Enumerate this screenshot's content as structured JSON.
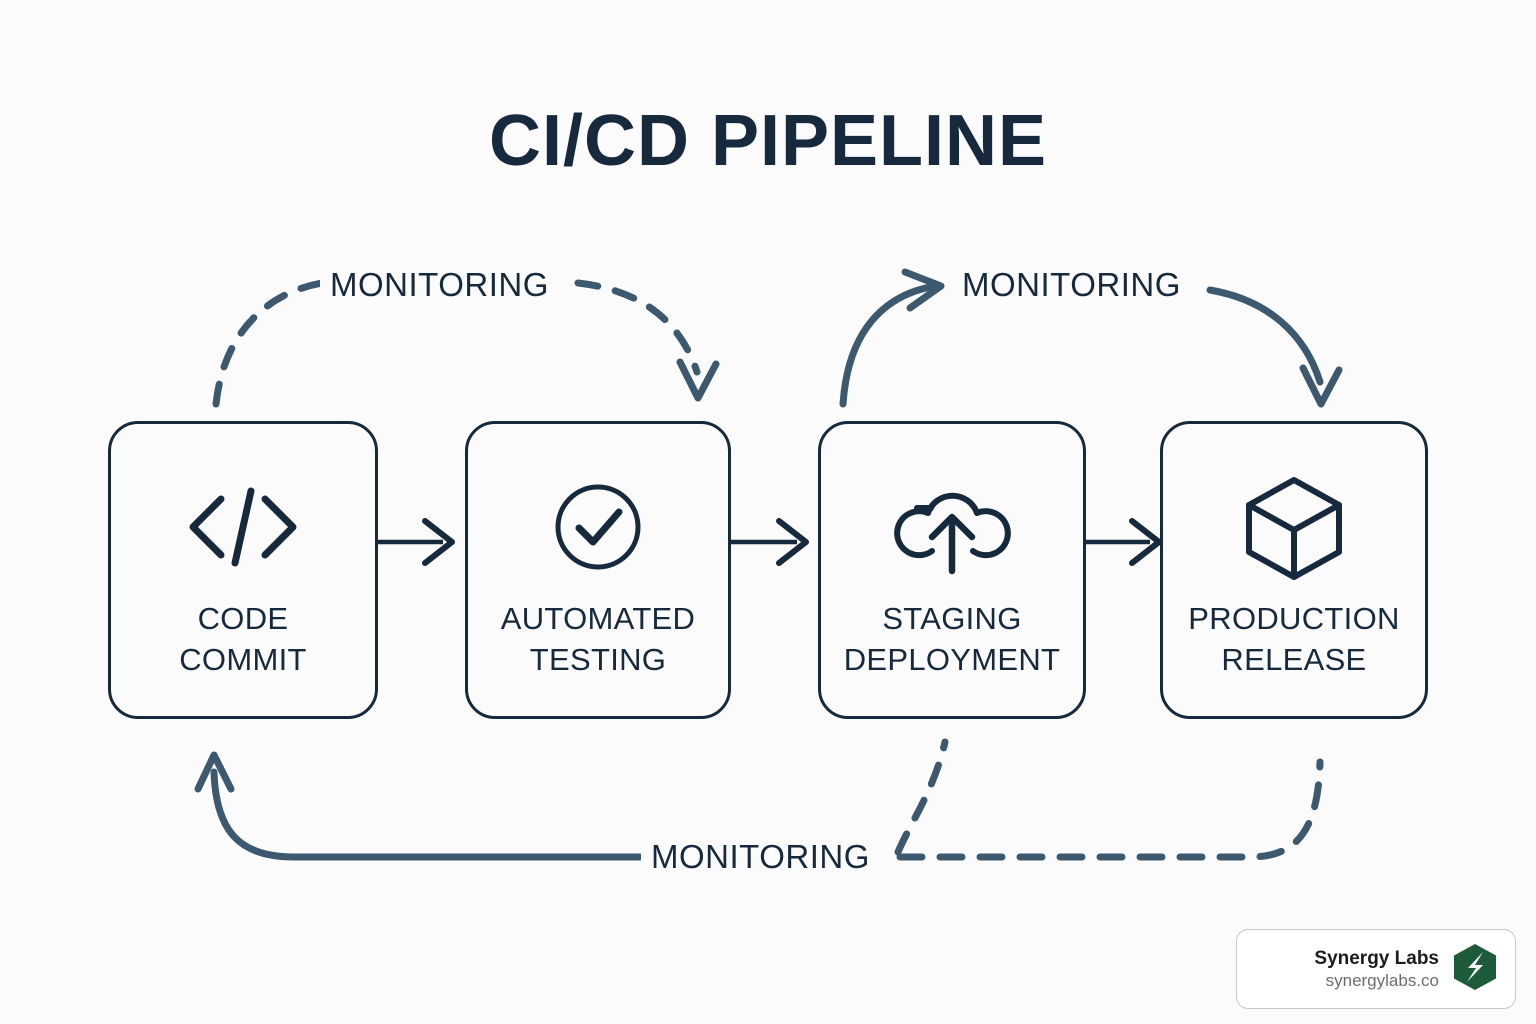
{
  "page": {
    "title": "CI/CD PIPELINE",
    "background_color": "#fbfbfb",
    "ink_color": "#16293d",
    "accent_line_color": "#3c5970"
  },
  "stages": [
    {
      "id": "code-commit",
      "label": "CODE\nCOMMIT",
      "icon": "code-brackets-icon"
    },
    {
      "id": "automated-testing",
      "label": "AUTOMATED\nTESTING",
      "icon": "check-circle-icon"
    },
    {
      "id": "staging-deployment",
      "label": "STAGING\nDEPLOYMENT",
      "icon": "cloud-upload-icon"
    },
    {
      "id": "production-release",
      "label": "PRODUCTION\nRELEASE",
      "icon": "cube-box-icon"
    }
  ],
  "connectors": [
    {
      "id": "arrow-commit-to-testing",
      "style": "solid",
      "icon": "arrow-right-icon"
    },
    {
      "id": "arrow-testing-to-staging",
      "style": "solid",
      "icon": "arrow-right-icon"
    },
    {
      "id": "arrow-staging-to-production",
      "style": "solid",
      "icon": "arrow-right-icon"
    }
  ],
  "feedback_loops": [
    {
      "id": "monitoring-top-left",
      "label": "MONITORING",
      "style": "dashed",
      "from": "code-commit",
      "to": "automated-testing"
    },
    {
      "id": "monitoring-top-right",
      "label": "MONITORING",
      "style": "solid",
      "from": "staging-deployment",
      "to": "production-release"
    },
    {
      "id": "monitoring-bottom",
      "label": "MONITORING",
      "style": "mixed",
      "from": "production-release",
      "to": "code-commit"
    }
  ],
  "brand": {
    "name": "Synergy Labs",
    "url": "synergylabs.co",
    "logo_icon": "synergy-hexagon-logo-icon",
    "logo_color": "#1d5c3a"
  }
}
